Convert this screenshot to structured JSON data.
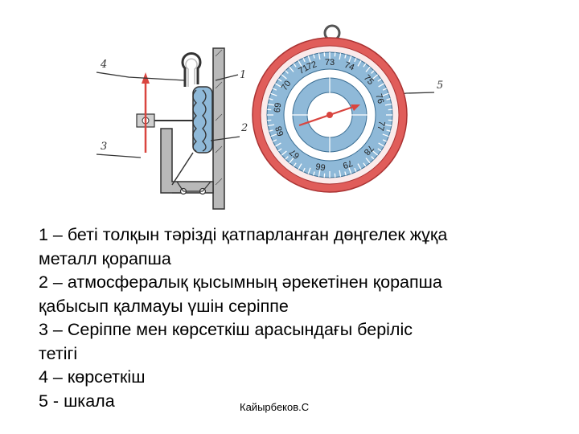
{
  "diagram": {
    "callouts": [
      "1",
      "2",
      "3",
      "4",
      "5"
    ],
    "dial_numbers": [
      "72",
      "73",
      "74",
      "75",
      "76",
      "77",
      "78",
      "79",
      "66",
      "67",
      "68",
      "69",
      "70",
      "71"
    ],
    "colors": {
      "outer_ring": "#e05d5a",
      "scale_band": "#8fb9d8",
      "pointer": "#d9453f",
      "housing": "#333333"
    }
  },
  "legend": {
    "line1": "1 – беті толқын тәрізді қатпарланған дөңгелек жұқа",
    "line2": "металл қорапша",
    "line3": "2 – атмосфералық қысымның әрекетінен қорапша",
    "line4": "қабысып қалмауы үшін серіппе",
    "line5": "3 – Серіппе мен көрсеткіш арасындағы беріліс",
    "line6": "тетігі",
    "line7": "4 – көрсеткіш",
    "line8": "5 - шкала"
  },
  "author": "Кайырбеков.С"
}
